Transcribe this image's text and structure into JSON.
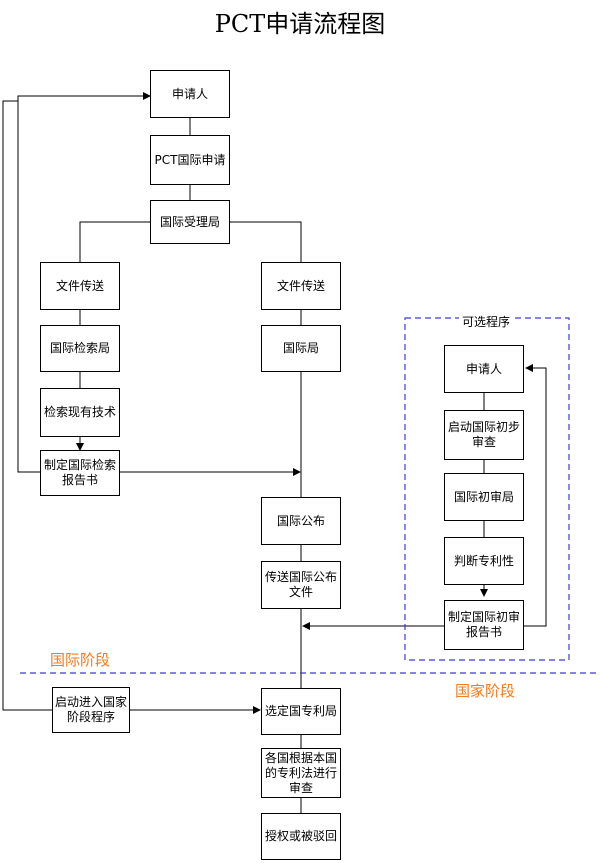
{
  "title": "PCT申请流程图",
  "nodes": {
    "applicant": "申请人",
    "pct_application": "PCT国际申请",
    "receiving_office": "国际受理局",
    "doc_transfer_left": "文件传送",
    "doc_transfer_right": "文件传送",
    "search_authority": "国际检索局",
    "search_prior_art": "检索现有技术",
    "search_report": "制定国际检索报告书",
    "international_bureau": "国际局",
    "international_publication": "国际公布",
    "transmit_publication": "传送国际公布文件",
    "enter_national_phase": "启动进入国家阶段程序",
    "designated_office": "选定国专利局",
    "national_examination": "各国根据本国的专利法进行审查",
    "grant_or_reject": "授权或被驳回"
  },
  "optional": {
    "label": "可选程序",
    "applicant": "申请人",
    "start_prelim_exam": "启动国际初步审查",
    "prelim_exam_authority": "国际初审局",
    "judge_patentability": "判断专利性",
    "prelim_report": "制定国际初审报告书"
  },
  "phases": {
    "international": "国际阶段",
    "national": "国家阶段"
  },
  "colors": {
    "line": "#000000",
    "phase_text": "#f07d1e",
    "dashed": "#3b3bd6"
  }
}
